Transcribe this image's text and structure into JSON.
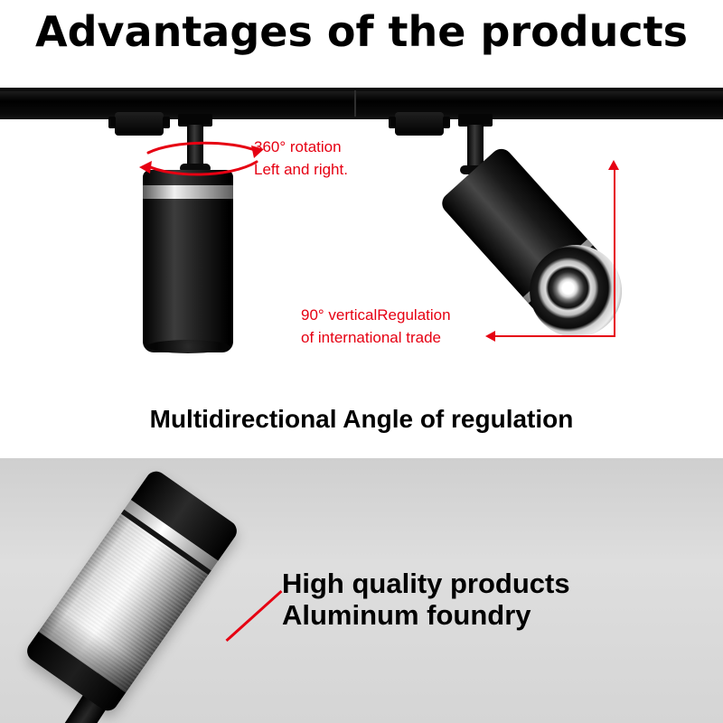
{
  "colors": {
    "accent_red": "#e60012",
    "fixture_black": "#0a0a0a",
    "panel_gray": "#d6d6d6",
    "text_black": "#000000"
  },
  "header": {
    "title": "Advantages of the products"
  },
  "scene": {
    "rotation_note": {
      "line1": "360° rotation",
      "line2": "Left and right."
    },
    "vertical_note": {
      "line1": "90° verticalRegulation",
      "line2": "of international trade"
    },
    "caption": "Multidirectional Angle of regulation"
  },
  "bottom": {
    "line1": "High quality products",
    "line2": "Aluminum foundry"
  },
  "icons": {
    "rotation_arrows": "red curved rotation arrows",
    "measure_lines": "red 90-degree measurement lines",
    "callout_line": "red leader line"
  }
}
